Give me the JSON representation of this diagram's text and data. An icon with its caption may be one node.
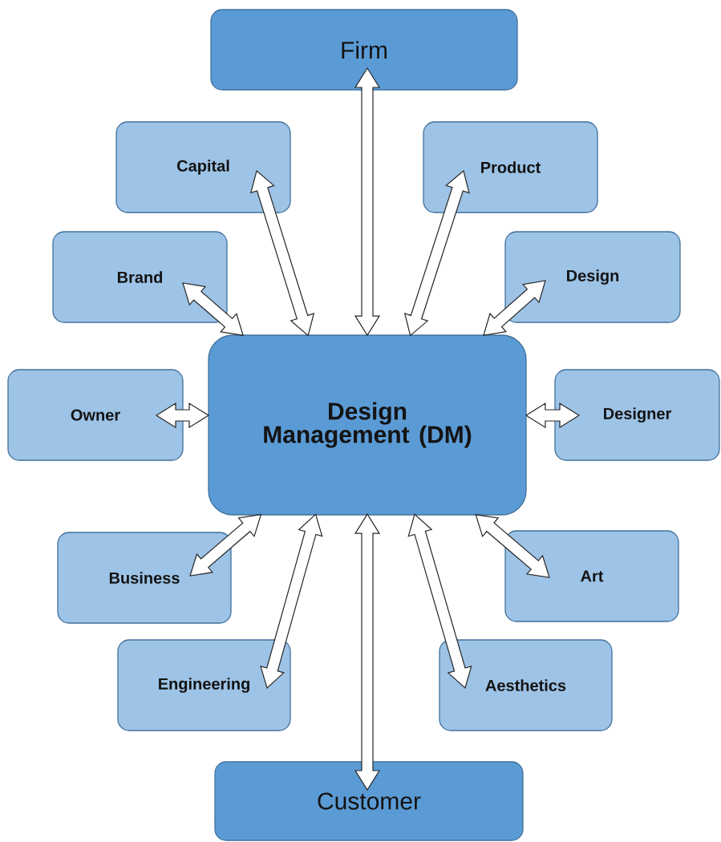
{
  "diagram": {
    "nodes": [
      {
        "text": [
          "Firm"
        ]
      },
      {
        "text": [
          "Capital"
        ]
      },
      {
        "text": [
          "Product"
        ]
      },
      {
        "text": [
          "Brand"
        ]
      },
      {
        "text": [
          "Design"
        ]
      },
      {
        "text": [
          "Owner"
        ]
      },
      {
        "text": [
          "Design Management (DM)"
        ]
      },
      {
        "text": [
          "Designer"
        ]
      },
      {
        "text": [
          "Business"
        ]
      },
      {
        "text": [
          "Art"
        ]
      },
      {
        "text": [
          "Engineering"
        ]
      },
      {
        "text": [
          "Aesthetics"
        ]
      },
      {
        "text": [
          "Customer"
        ]
      }
    ],
    "edges": [
      {
        "from": 6,
        "to": 0,
        "arrow": "both"
      },
      {
        "from": 6,
        "to": 1,
        "arrow": "both"
      },
      {
        "from": 6,
        "to": 2,
        "arrow": "both"
      },
      {
        "from": 6,
        "to": 3,
        "arrow": "both"
      },
      {
        "from": 6,
        "to": 4,
        "arrow": "both"
      },
      {
        "from": 6,
        "to": 5,
        "arrow": "both"
      },
      {
        "from": 6,
        "to": 7,
        "arrow": "both"
      },
      {
        "from": 6,
        "to": 8,
        "arrow": "both"
      },
      {
        "from": 6,
        "to": 9,
        "arrow": "both"
      },
      {
        "from": 6,
        "to": 10,
        "arrow": "both"
      },
      {
        "from": 6,
        "to": 11,
        "arrow": "both"
      },
      {
        "from": 6,
        "to": 12,
        "arrow": "both"
      }
    ]
  }
}
